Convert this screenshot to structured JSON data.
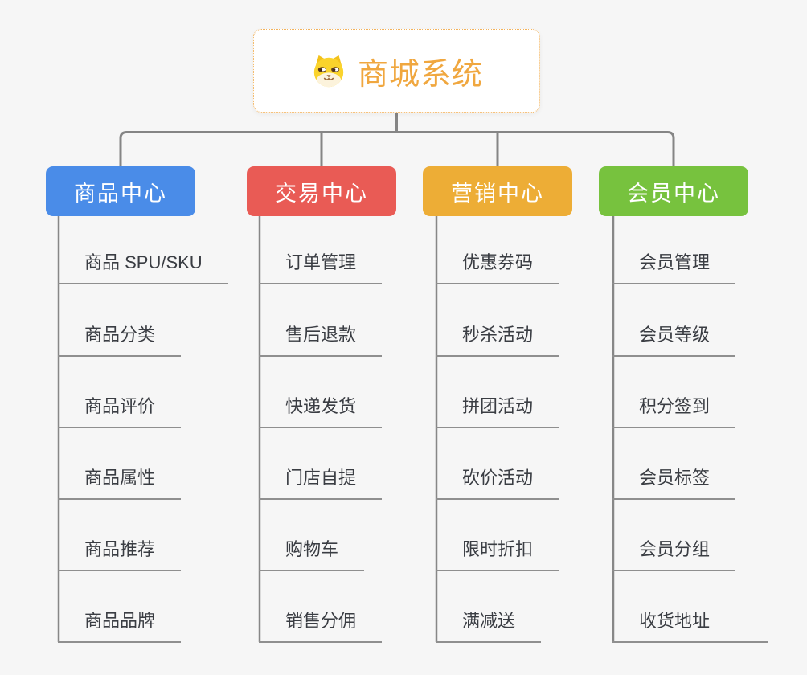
{
  "root": {
    "title": "商城系统",
    "icon": "shiba-dog-icon"
  },
  "branches": [
    {
      "label": "商品中心",
      "color": "#4A8CE8",
      "children": [
        "商品 SPU/SKU",
        "商品分类",
        "商品评价",
        "商品属性",
        "商品推荐",
        "商品品牌"
      ]
    },
    {
      "label": "交易中心",
      "color": "#E95B55",
      "children": [
        "订单管理",
        "售后退款",
        "快递发货",
        "门店自提",
        "购物车",
        "销售分佣"
      ]
    },
    {
      "label": "营销中心",
      "color": "#EDAD36",
      "children": [
        "优惠券码",
        "秒杀活动",
        "拼团活动",
        "砍价活动",
        "限时折扣",
        "满减送"
      ]
    },
    {
      "label": "会员中心",
      "color": "#77C23E",
      "children": [
        "会员管理",
        "会员等级",
        "积分签到",
        "会员标签",
        "会员分组",
        "收货地址"
      ]
    }
  ],
  "colors": {
    "background": "#F6F6F6",
    "connector": "#858585",
    "underline": "#8F8F8F",
    "item_text": "#3A3D43",
    "root_title": "#F0A73F",
    "root_border": "#F3B25A"
  }
}
